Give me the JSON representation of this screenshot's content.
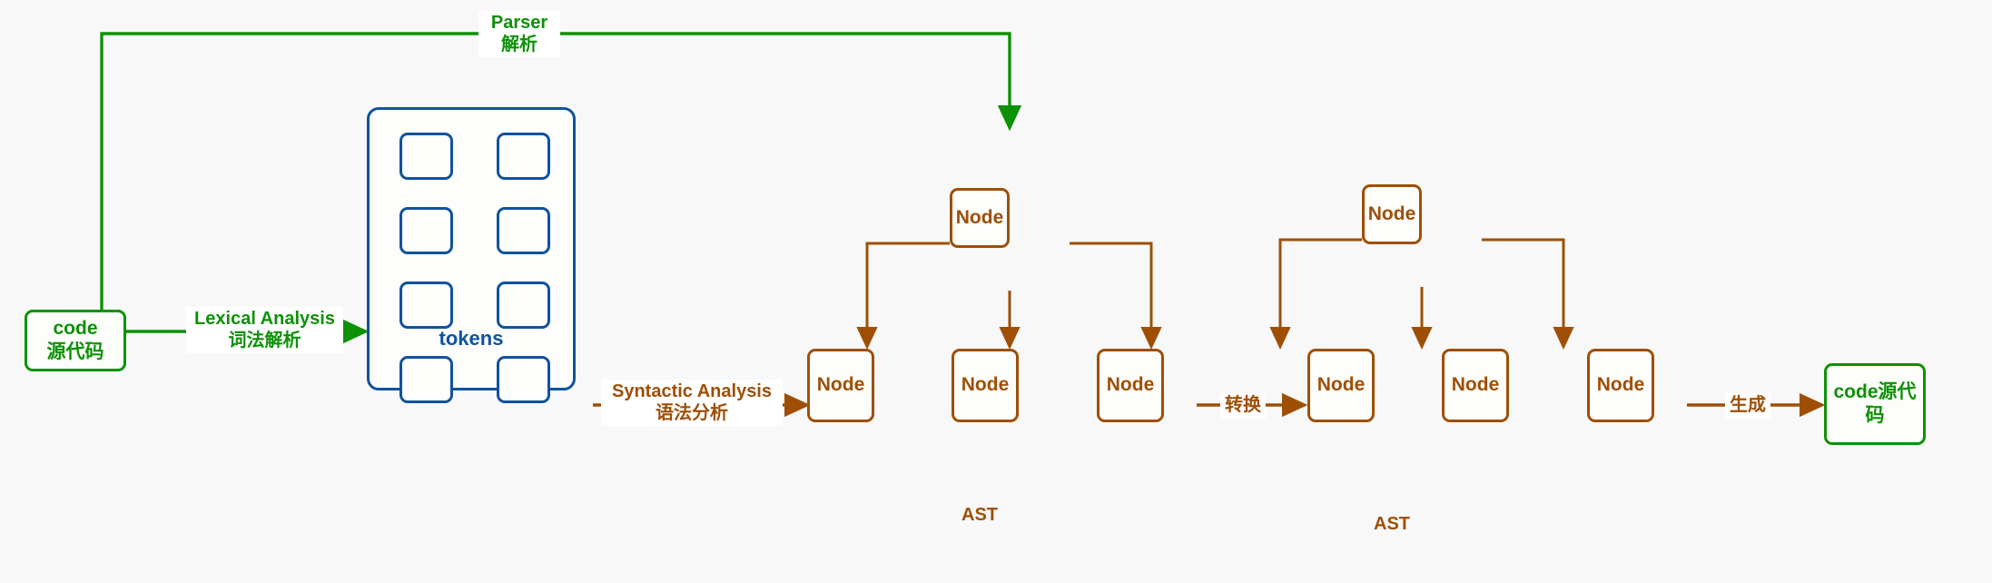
{
  "diagram": {
    "title": "Compiler pipeline: source code to tokens to AST to generated code",
    "colors": {
      "green": "#0d9106",
      "brown": "#9e4f05",
      "blue": "#10529e",
      "background": "#f8f8f8",
      "box_fill": "#fdfdfb"
    }
  },
  "nodes": {
    "source_code": {
      "line1": "code",
      "line2": "源代码"
    },
    "tokens_panel": {
      "caption": "tokens",
      "cell_count": 8
    },
    "ast_left": {
      "caption": "AST",
      "root_label": "Node",
      "children": [
        {
          "label": "Node"
        },
        {
          "label": "Node"
        },
        {
          "label": "Node"
        }
      ]
    },
    "ast_right": {
      "caption": "AST",
      "root_label": "Node",
      "children": [
        {
          "label": "Node"
        },
        {
          "label": "Node"
        },
        {
          "label": "Node"
        }
      ]
    },
    "output_code": {
      "line1": "code源代",
      "line2": "码"
    }
  },
  "edges": {
    "parser": {
      "line1": "Parser",
      "line2": "解析",
      "color": "#0d9106"
    },
    "lexical_analysis": {
      "line1": "Lexical Analysis",
      "line2": "词法解析",
      "color": "#0d9106"
    },
    "syntactic_analysis": {
      "line1": "Syntactic Analysis",
      "line2": "语法分析",
      "color": "#9e4f05"
    },
    "transform": {
      "line1": "转换",
      "color": "#9e4f05"
    },
    "generate": {
      "line1": "生成",
      "color": "#9e4f05"
    }
  }
}
